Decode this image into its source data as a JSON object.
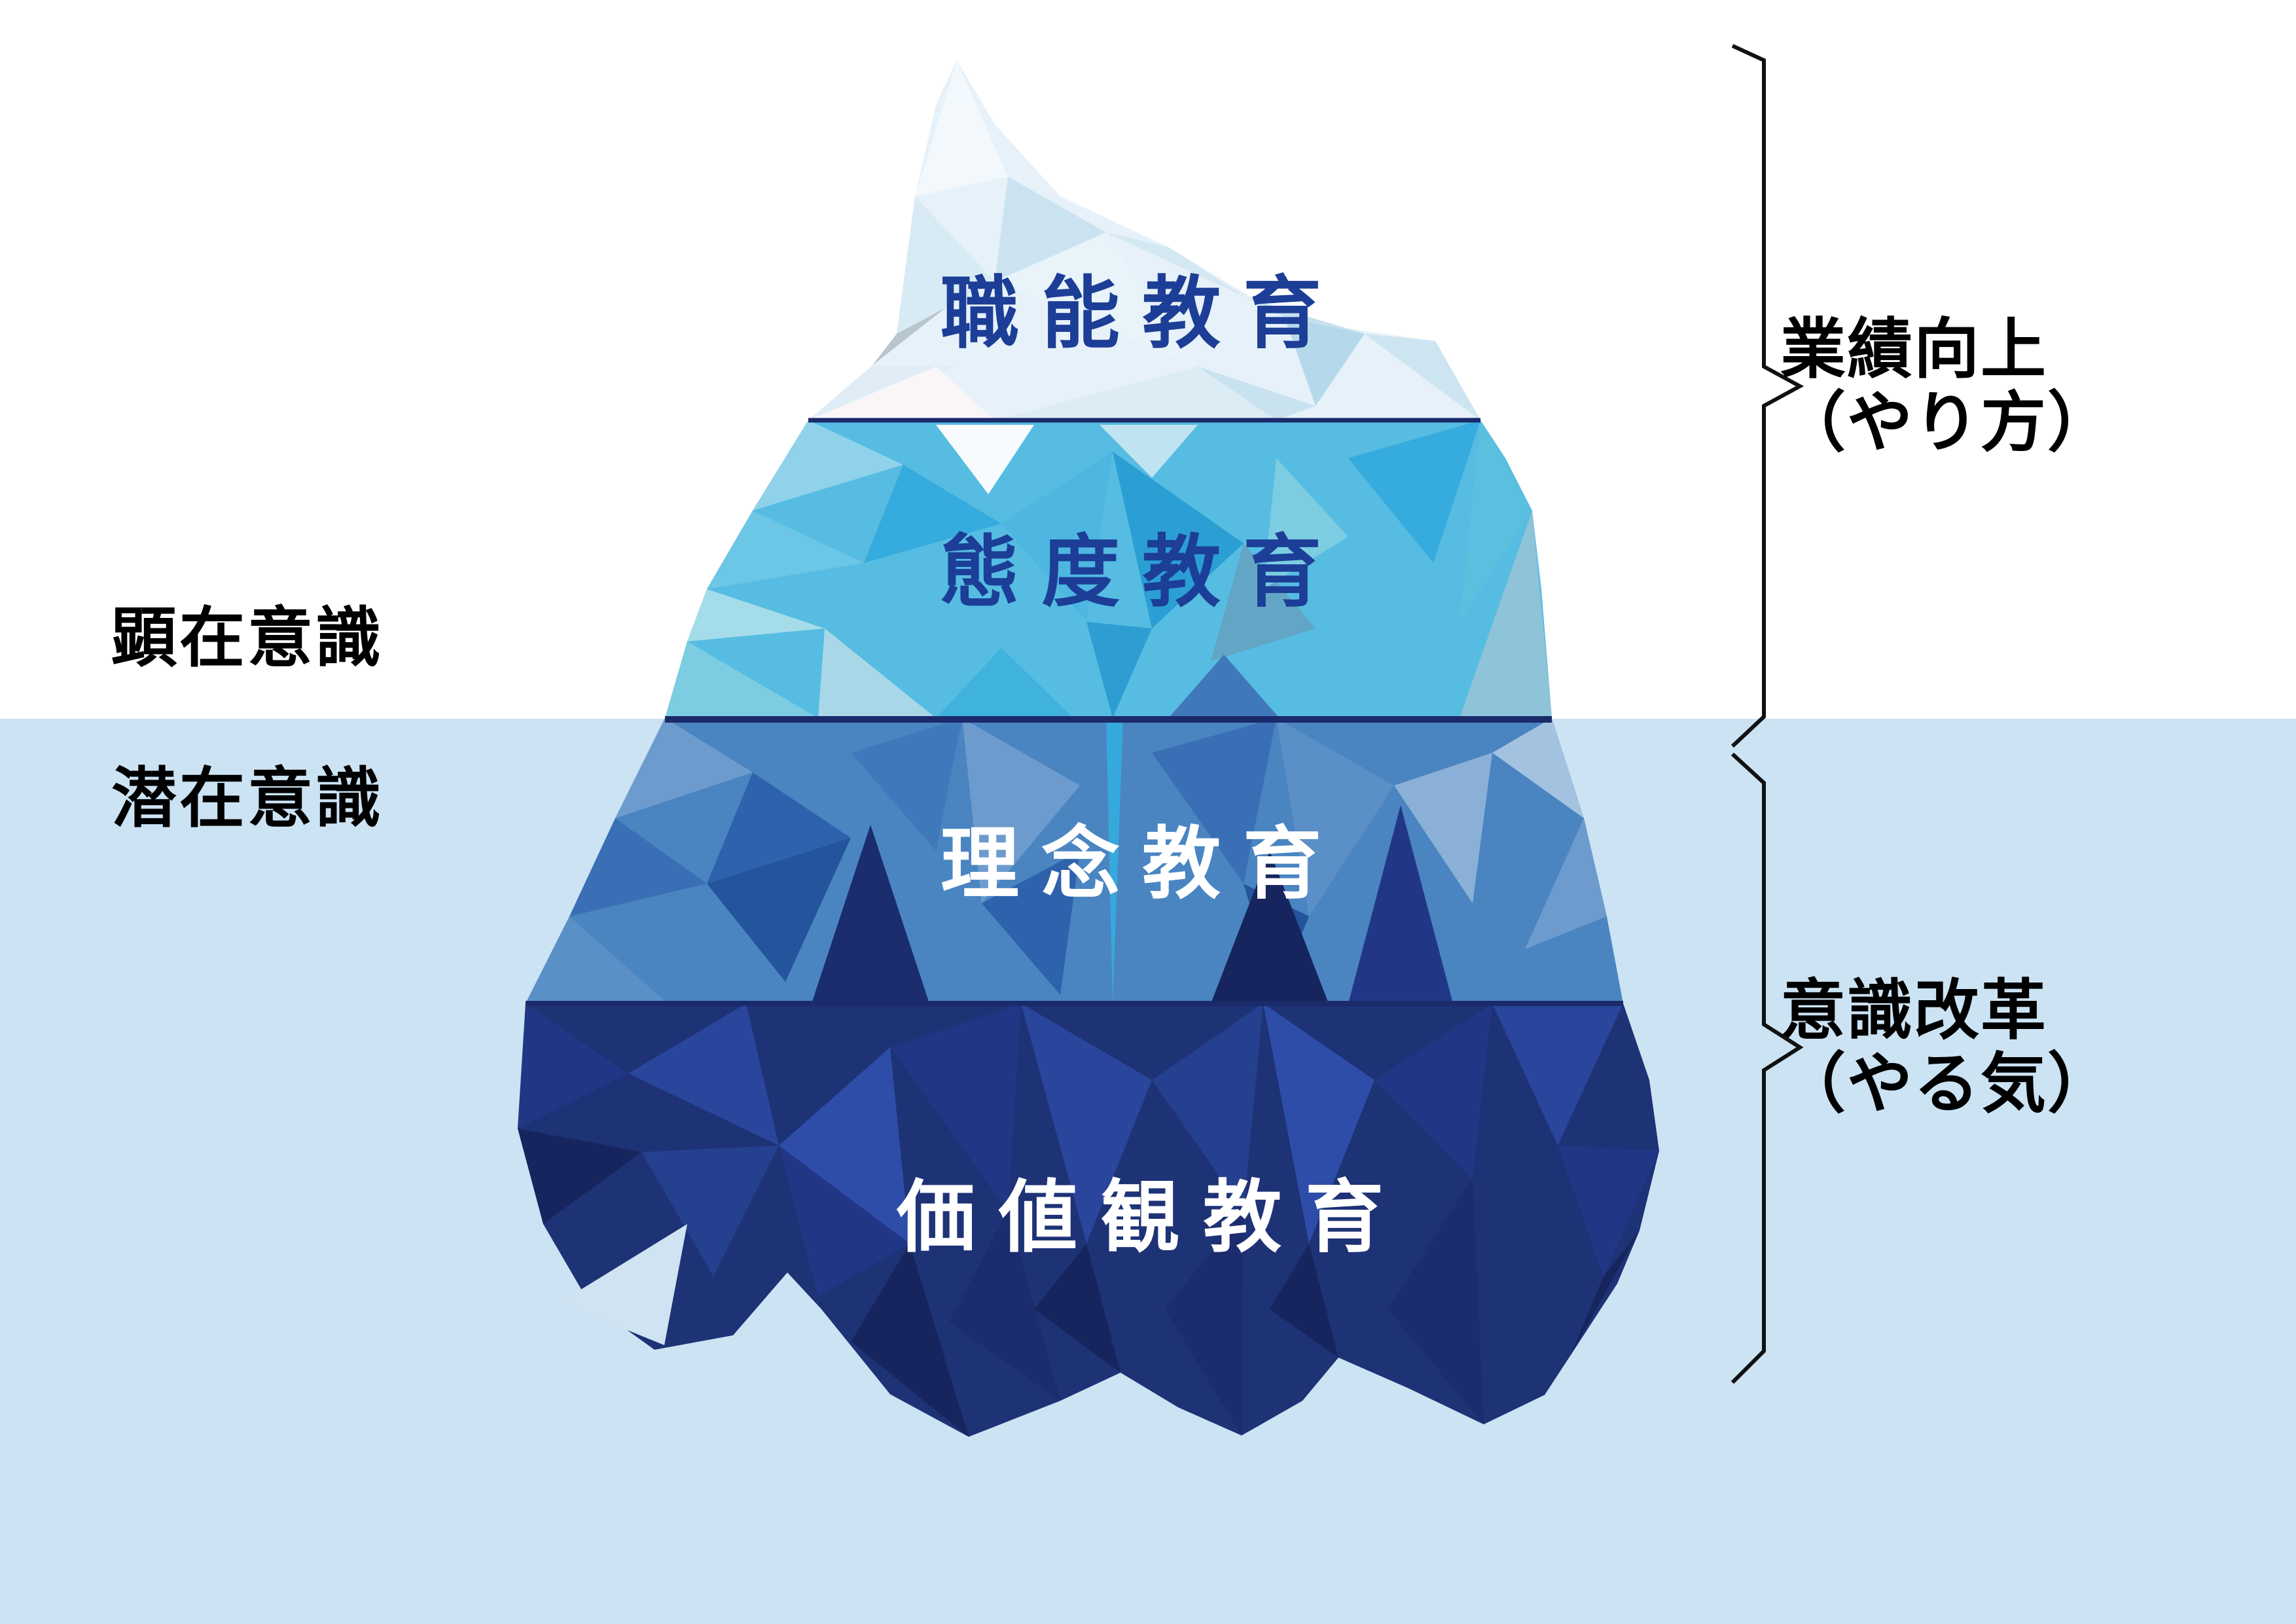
{
  "colors": {
    "background": "#ffffff",
    "water": "#cce3f4",
    "divider_navy": "#1b2a6b",
    "layer_label_navy": "#1c3e96",
    "layer_label_white": "#ffffff",
    "side_label_black": "#000000",
    "bracket_black": "#111111"
  },
  "iceberg_layers": [
    {
      "label": "職能教育",
      "position": "above-water-top"
    },
    {
      "label": "態度教育",
      "position": "above-water-bottom"
    },
    {
      "label": "理念教育",
      "position": "below-water-top"
    },
    {
      "label": "価値観教育",
      "position": "below-water-bottom"
    }
  ],
  "consciousness_labels": {
    "above_water": "顕在意識",
    "below_water": "潜在意識"
  },
  "bracket_annotations": [
    {
      "line1": "業績向上",
      "line2": "（やり方）",
      "scope": "above-water"
    },
    {
      "line1": "意識改革",
      "line2": "（やる気）",
      "scope": "below-water"
    }
  ]
}
